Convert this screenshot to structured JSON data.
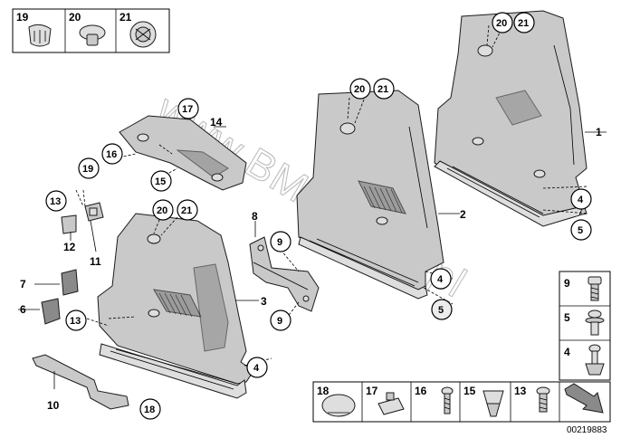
{
  "labels": {
    "p1": "1",
    "p2": "2",
    "p3": "3",
    "p4a": "4",
    "p4b": "4",
    "p4c": "4",
    "p5a": "5",
    "p5b": "5",
    "p6": "6",
    "p7": "7",
    "p8": "8",
    "p9a": "9",
    "p9b": "9",
    "p10": "10",
    "p11": "11",
    "p12": "12",
    "p13a": "13",
    "p13b": "13",
    "p14": "14",
    "p15": "15",
    "p16": "16",
    "p17": "17",
    "p18": "18",
    "p19": "19",
    "p20a": "20",
    "p21a": "21",
    "p20b": "20",
    "p21b": "21",
    "p20c": "20",
    "p21c": "21"
  },
  "top_legend": {
    "a": "19",
    "b": "20",
    "c": "21"
  },
  "right_legend": {
    "a": "9",
    "b": "5",
    "c": "4"
  },
  "bottom_legend": {
    "a": "18",
    "b": "17",
    "c": "16",
    "d": "15",
    "e": "13"
  },
  "diagram_code": "00219883",
  "watermark": "www.BMWstore.pl",
  "colors": {
    "part_fill": "#c9c9c9",
    "outline": "#1a1a1a",
    "watermark": "#9a9a9a"
  }
}
